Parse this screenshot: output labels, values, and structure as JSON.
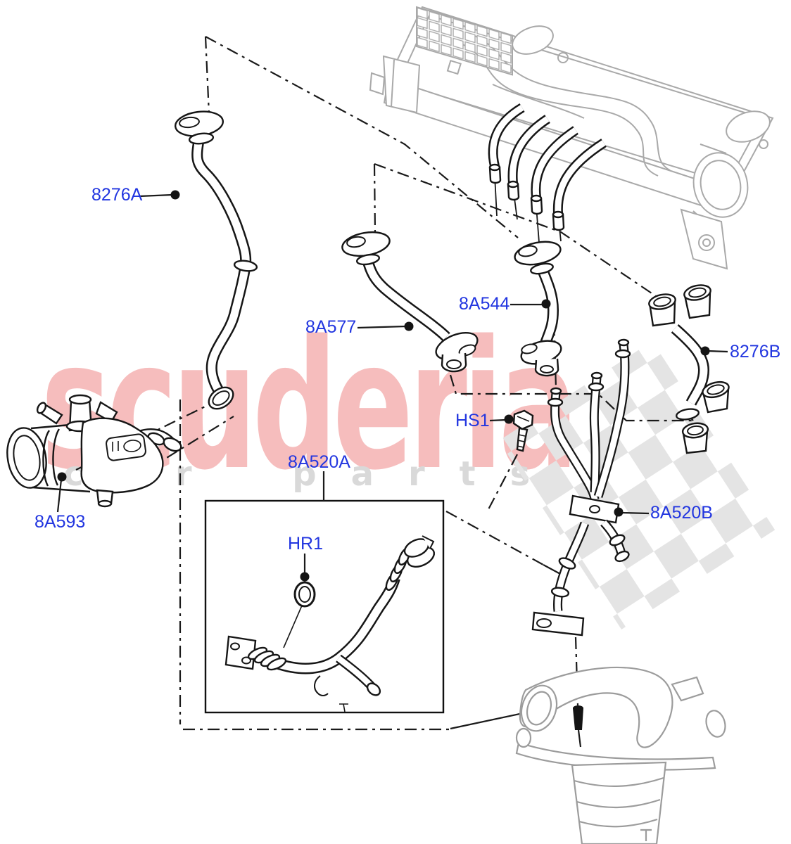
{
  "watermark": {
    "brand": "scuderia",
    "tagline": "car parts",
    "brand_color": "#f6bdbd",
    "tagline_color": "#d9d9d9",
    "checker_color": "#e4e4e4"
  },
  "diagram": {
    "callout_color": "#2236e0",
    "line_color": "#1a1a1a",
    "reference_color": "#a9a9a9",
    "callouts": [
      {
        "label": "8276A"
      },
      {
        "label": "8A577"
      },
      {
        "label": "8A544"
      },
      {
        "label": "8276B"
      },
      {
        "label": "HS1"
      },
      {
        "label": "8A520A"
      },
      {
        "label": "8A520B"
      },
      {
        "label": "8A593"
      },
      {
        "label": "HR1"
      }
    ]
  }
}
